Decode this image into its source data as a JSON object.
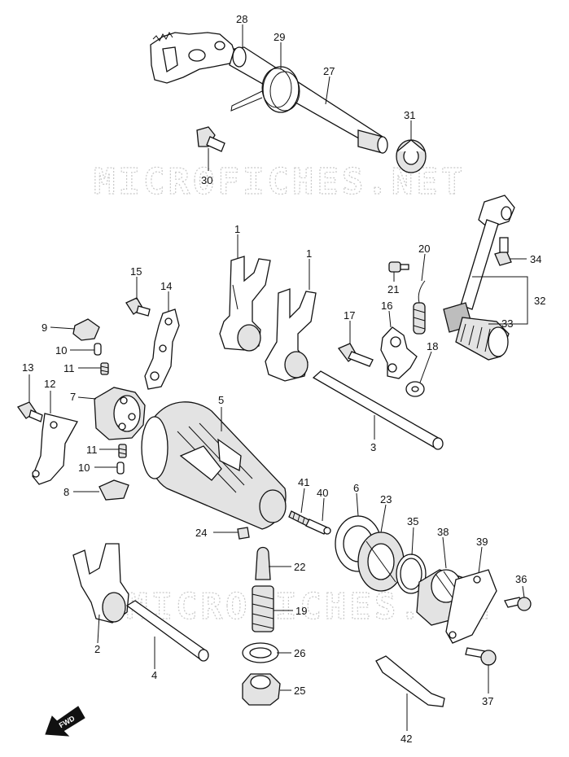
{
  "watermark": "MICROFICHES.NET",
  "fwd_label": "FWD",
  "callouts": {
    "n28": "28",
    "n29": "29",
    "n27": "27",
    "n31": "31",
    "n30": "30",
    "n1a": "1",
    "n1b": "1",
    "n20": "20",
    "n34": "34",
    "n14": "14",
    "n15": "15",
    "n21": "21",
    "n16": "16",
    "n17": "17",
    "n32": "32",
    "n33": "33",
    "n9": "9",
    "n10a": "10",
    "n11a": "11",
    "n18": "18",
    "n13": "13",
    "n12": "12",
    "n7": "7",
    "n5": "5",
    "n3": "3",
    "n11b": "11",
    "n10b": "10",
    "n8": "8",
    "n6": "6",
    "n23": "23",
    "n41": "41",
    "n40": "40",
    "n24": "24",
    "n35": "35",
    "n38": "38",
    "n39": "39",
    "n22": "22",
    "n36": "36",
    "n19": "19",
    "n2": "2",
    "n26": "26",
    "n4": "4",
    "n37": "37",
    "n25": "25",
    "n42": "42"
  }
}
